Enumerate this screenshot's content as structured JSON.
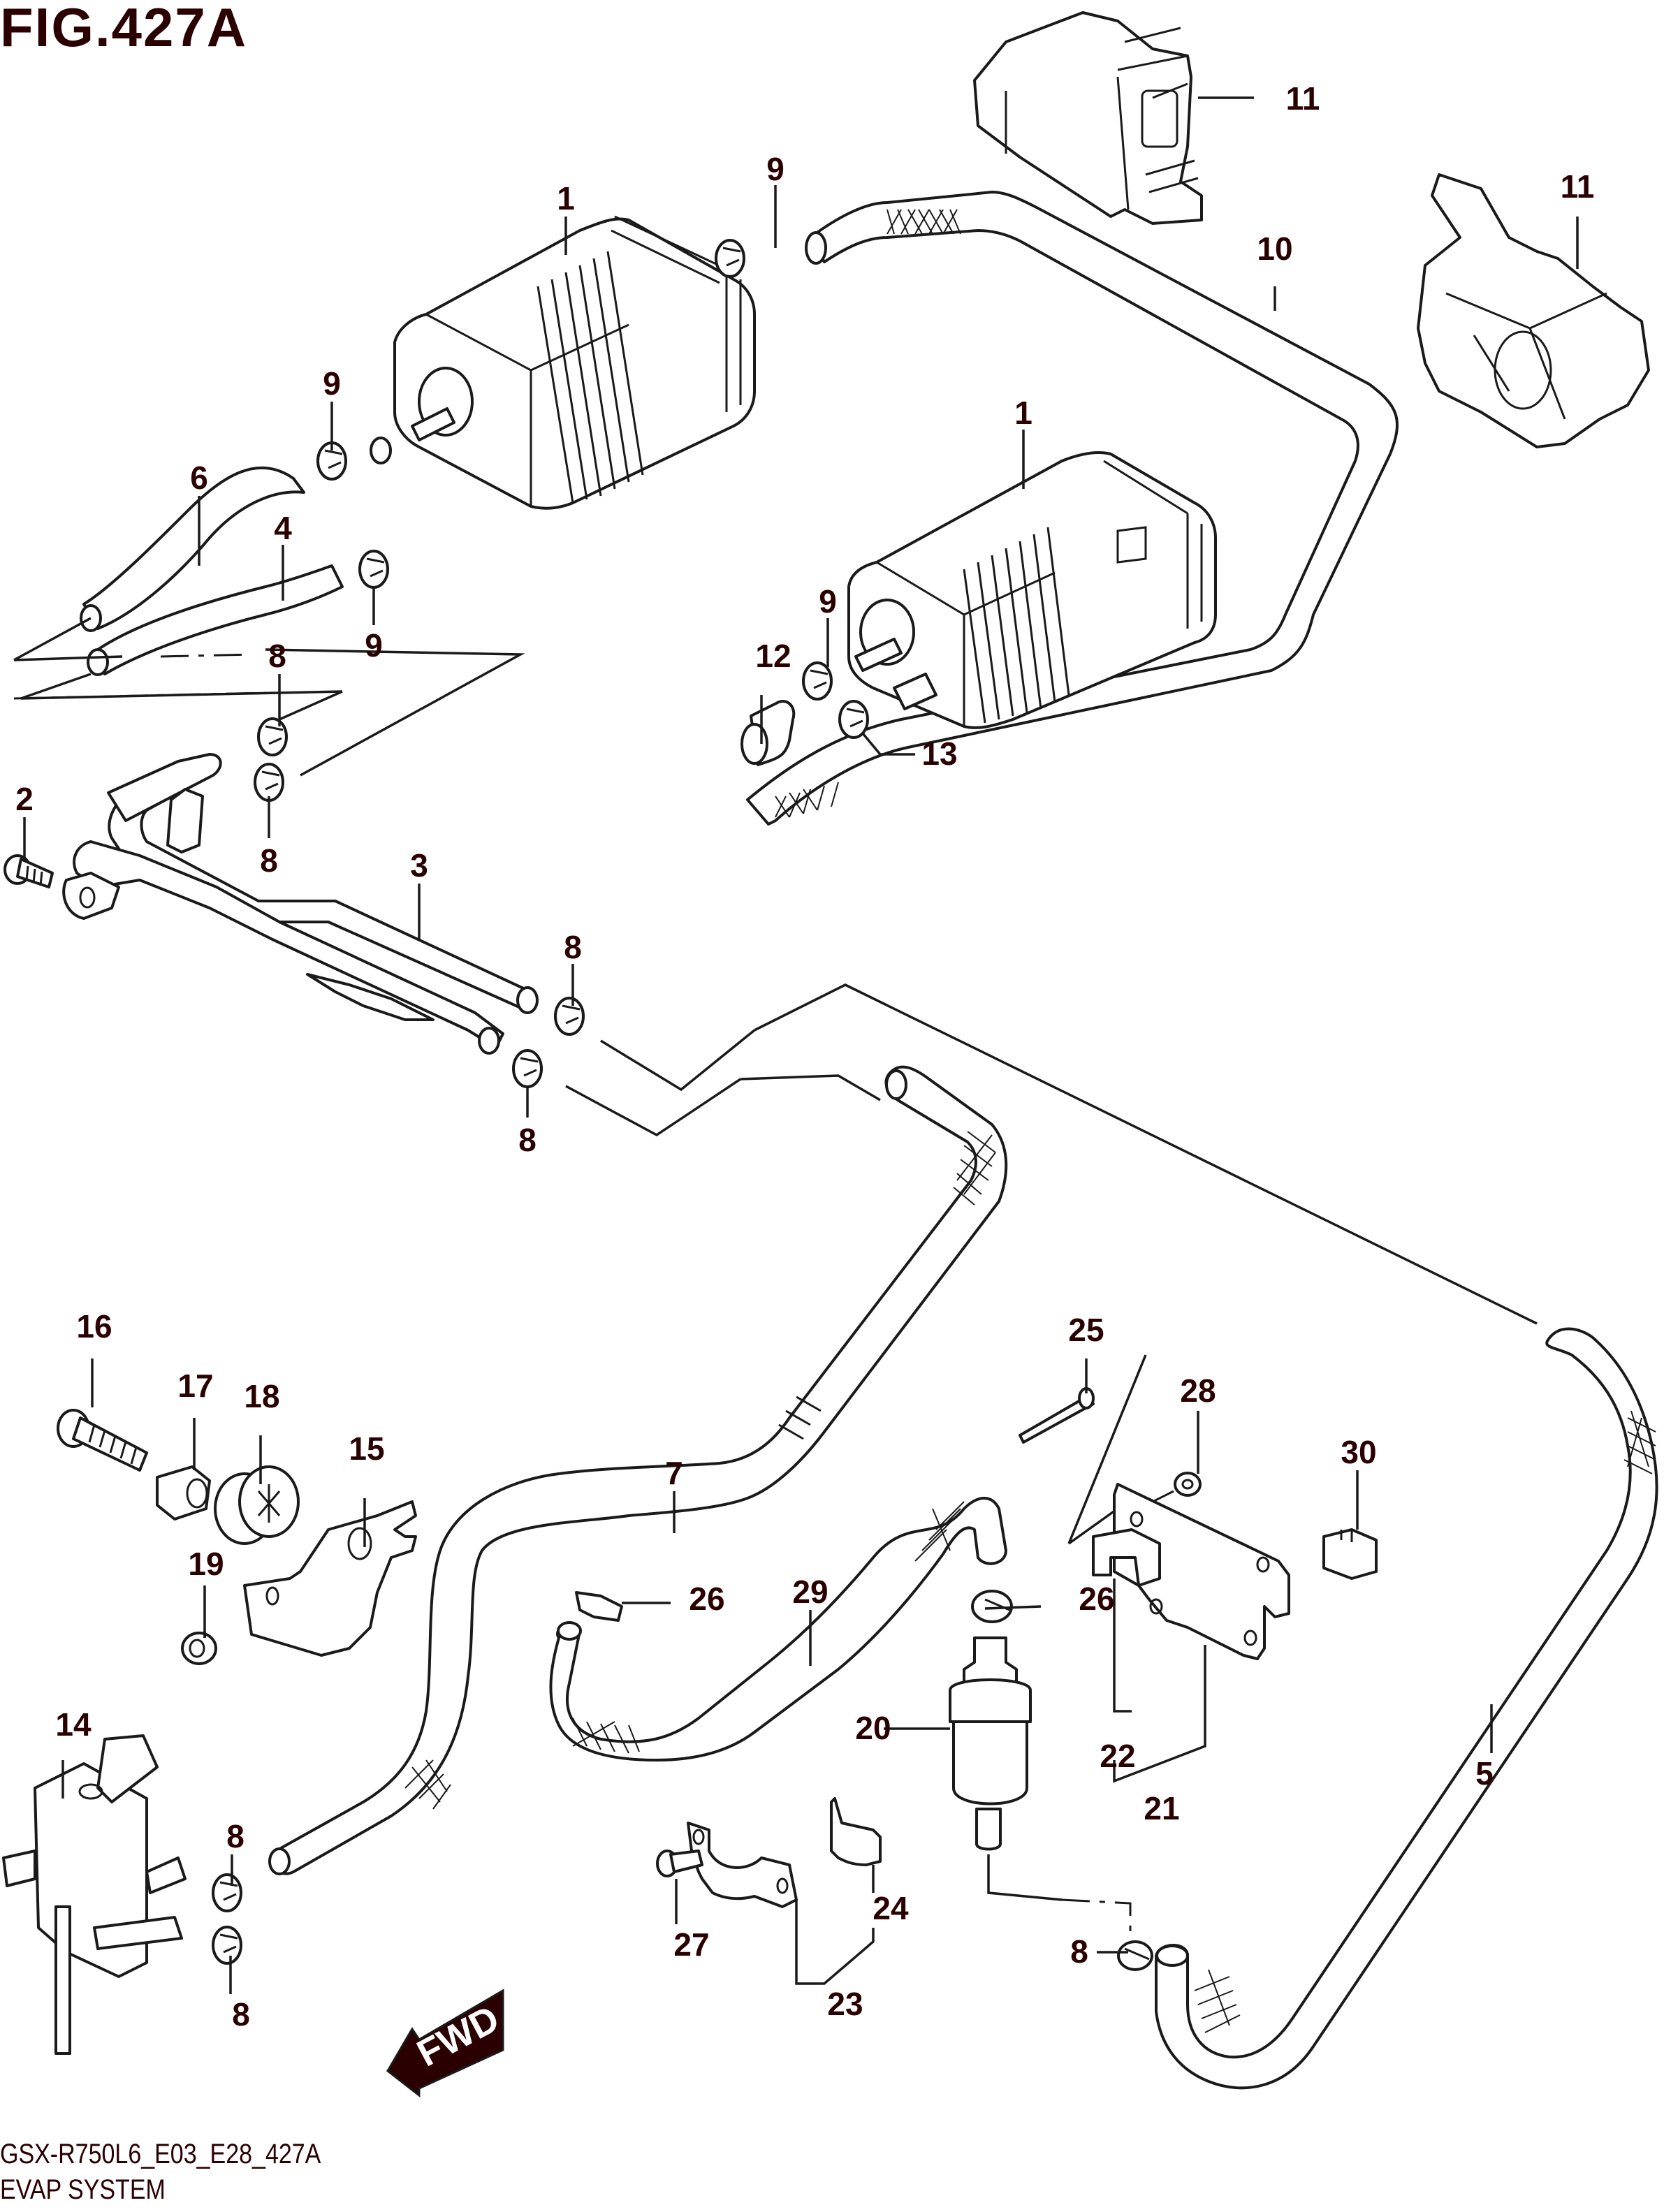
{
  "figure": {
    "title": "FIG.427A",
    "model_code": "GSX-R750L6_E03_E28_427A",
    "section_name": "EVAP SYSTEM",
    "direction_label": "FWD"
  },
  "colors": {
    "label": "#2a0000",
    "line": "#1a1a1a",
    "background": "#ffffff"
  },
  "callouts": [
    {
      "ref": "1",
      "part": "canister (upper)"
    },
    {
      "ref": "1",
      "part": "canister (middle)"
    },
    {
      "ref": "2",
      "part": "bolt"
    },
    {
      "ref": "3",
      "part": "pipe assembly"
    },
    {
      "ref": "4",
      "part": "hose"
    },
    {
      "ref": "5",
      "part": "hose"
    },
    {
      "ref": "6",
      "part": "hose"
    },
    {
      "ref": "7",
      "part": "hose"
    },
    {
      "ref": "8",
      "part": "clamp"
    },
    {
      "ref": "8",
      "part": "clamp"
    },
    {
      "ref": "8",
      "part": "clamp"
    },
    {
      "ref": "8",
      "part": "clamp"
    },
    {
      "ref": "8",
      "part": "clamp"
    },
    {
      "ref": "8",
      "part": "clamp"
    },
    {
      "ref": "8",
      "part": "clamp"
    },
    {
      "ref": "9",
      "part": "clamp"
    },
    {
      "ref": "9",
      "part": "clamp"
    },
    {
      "ref": "9",
      "part": "clamp"
    },
    {
      "ref": "9",
      "part": "clamp"
    },
    {
      "ref": "10",
      "part": "hose"
    },
    {
      "ref": "11",
      "part": "holder"
    },
    {
      "ref": "11",
      "part": "holder"
    },
    {
      "ref": "12",
      "part": "cap"
    },
    {
      "ref": "13",
      "part": "clamp"
    },
    {
      "ref": "14",
      "part": "valve"
    },
    {
      "ref": "15",
      "part": "bracket"
    },
    {
      "ref": "16",
      "part": "bolt"
    },
    {
      "ref": "17",
      "part": "spacer"
    },
    {
      "ref": "18",
      "part": "cushion"
    },
    {
      "ref": "19",
      "part": "nut"
    },
    {
      "ref": "20",
      "part": "filter"
    },
    {
      "ref": "21",
      "part": "bracket assembly"
    },
    {
      "ref": "22",
      "part": "clip"
    },
    {
      "ref": "23",
      "part": "clamp assembly"
    },
    {
      "ref": "24",
      "part": "clamp"
    },
    {
      "ref": "25",
      "part": "rivet"
    },
    {
      "ref": "26",
      "part": "clamp"
    },
    {
      "ref": "26",
      "part": "clamp"
    },
    {
      "ref": "27",
      "part": "screw"
    },
    {
      "ref": "28",
      "part": "washer"
    },
    {
      "ref": "29",
      "part": "hose"
    },
    {
      "ref": "30",
      "part": "clip"
    }
  ]
}
